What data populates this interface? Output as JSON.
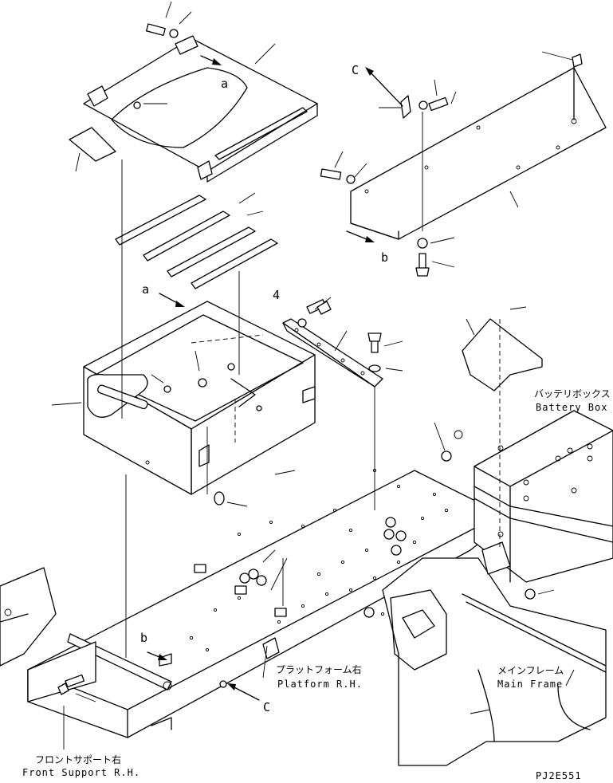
{
  "labels": {
    "a_top": "a",
    "a_box": "a",
    "b_side": "b",
    "b_front": "b",
    "c_top": "C",
    "c_platform": "C",
    "num_4": "4",
    "battery_box_jp": "バッテリボックス",
    "battery_box_en": "Battery Box",
    "platform_jp": "プラットフォーム右",
    "platform_en": "Platform R.H.",
    "main_frame_jp": "メインフレーム",
    "main_frame_en": "Main Frame",
    "front_support_jp": "フロントサポート右",
    "front_support_en": "Front Support R.H.",
    "drawing_code": "PJ2E551"
  }
}
